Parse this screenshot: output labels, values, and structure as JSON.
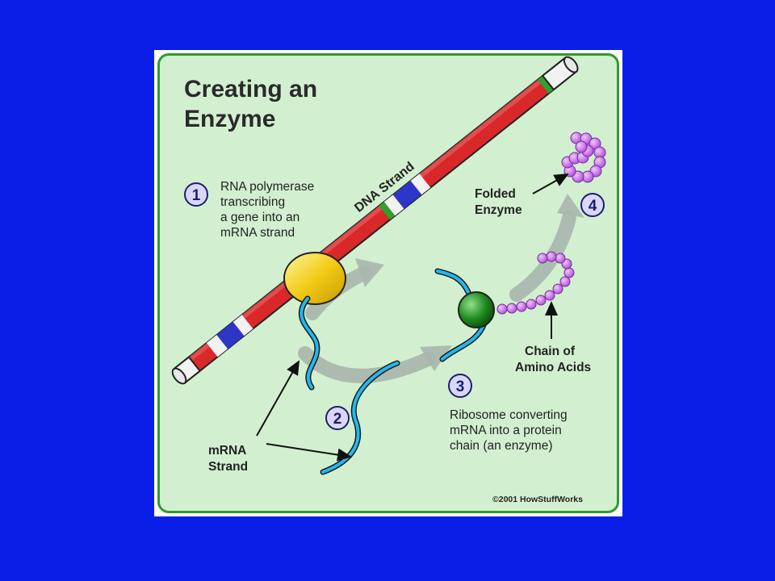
{
  "title_line1": "Creating an",
  "title_line2": "Enzyme",
  "dna_label": "DNA Strand",
  "step1": {
    "number": "1",
    "line1": "RNA polymerase",
    "line2": "transcribing",
    "line3": "a gene into an",
    "line4": "mRNA strand"
  },
  "step2": {
    "number": "2"
  },
  "step3": {
    "number": "3",
    "line1": "Ribosome converting",
    "line2": "mRNA into a protein",
    "line3": "chain (an enzyme)"
  },
  "step4": {
    "number": "4"
  },
  "folded_enzyme": {
    "line1": "Folded",
    "line2": "Enzyme"
  },
  "amino_chain": {
    "line1": "Chain of",
    "line2": "Amino Acids"
  },
  "mrna_strand": {
    "line1": "mRNA",
    "line2": "Strand"
  },
  "copyright": "©2001 HowStuffWorks",
  "colors": {
    "background": "#0b1ee8",
    "panel": "#d2f0d0",
    "border": "#2f9a2c",
    "dna_red": "#d8282a",
    "dna_blue": "#2e36c8",
    "dna_green": "#2ea02e",
    "polymerase_yellow": "#f2cc18",
    "ribosome_green": "#1e8a1e",
    "mrna_cyan": "#22b8ee",
    "amino_purple": "#bb55dd"
  }
}
